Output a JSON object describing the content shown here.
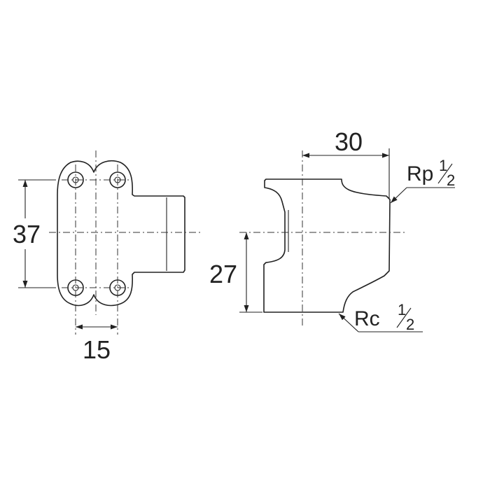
{
  "front_view": {
    "height_dimension": "37",
    "hole_spacing_dimension": "15"
  },
  "side_view": {
    "width_dimension": "30",
    "height_dimension": "27",
    "top_thread": {
      "type": "Rp",
      "size_numerator": "1",
      "size_denominator": "2"
    },
    "bottom_thread": {
      "type": "Rc",
      "size_numerator": "1",
      "size_denominator": "2"
    }
  }
}
